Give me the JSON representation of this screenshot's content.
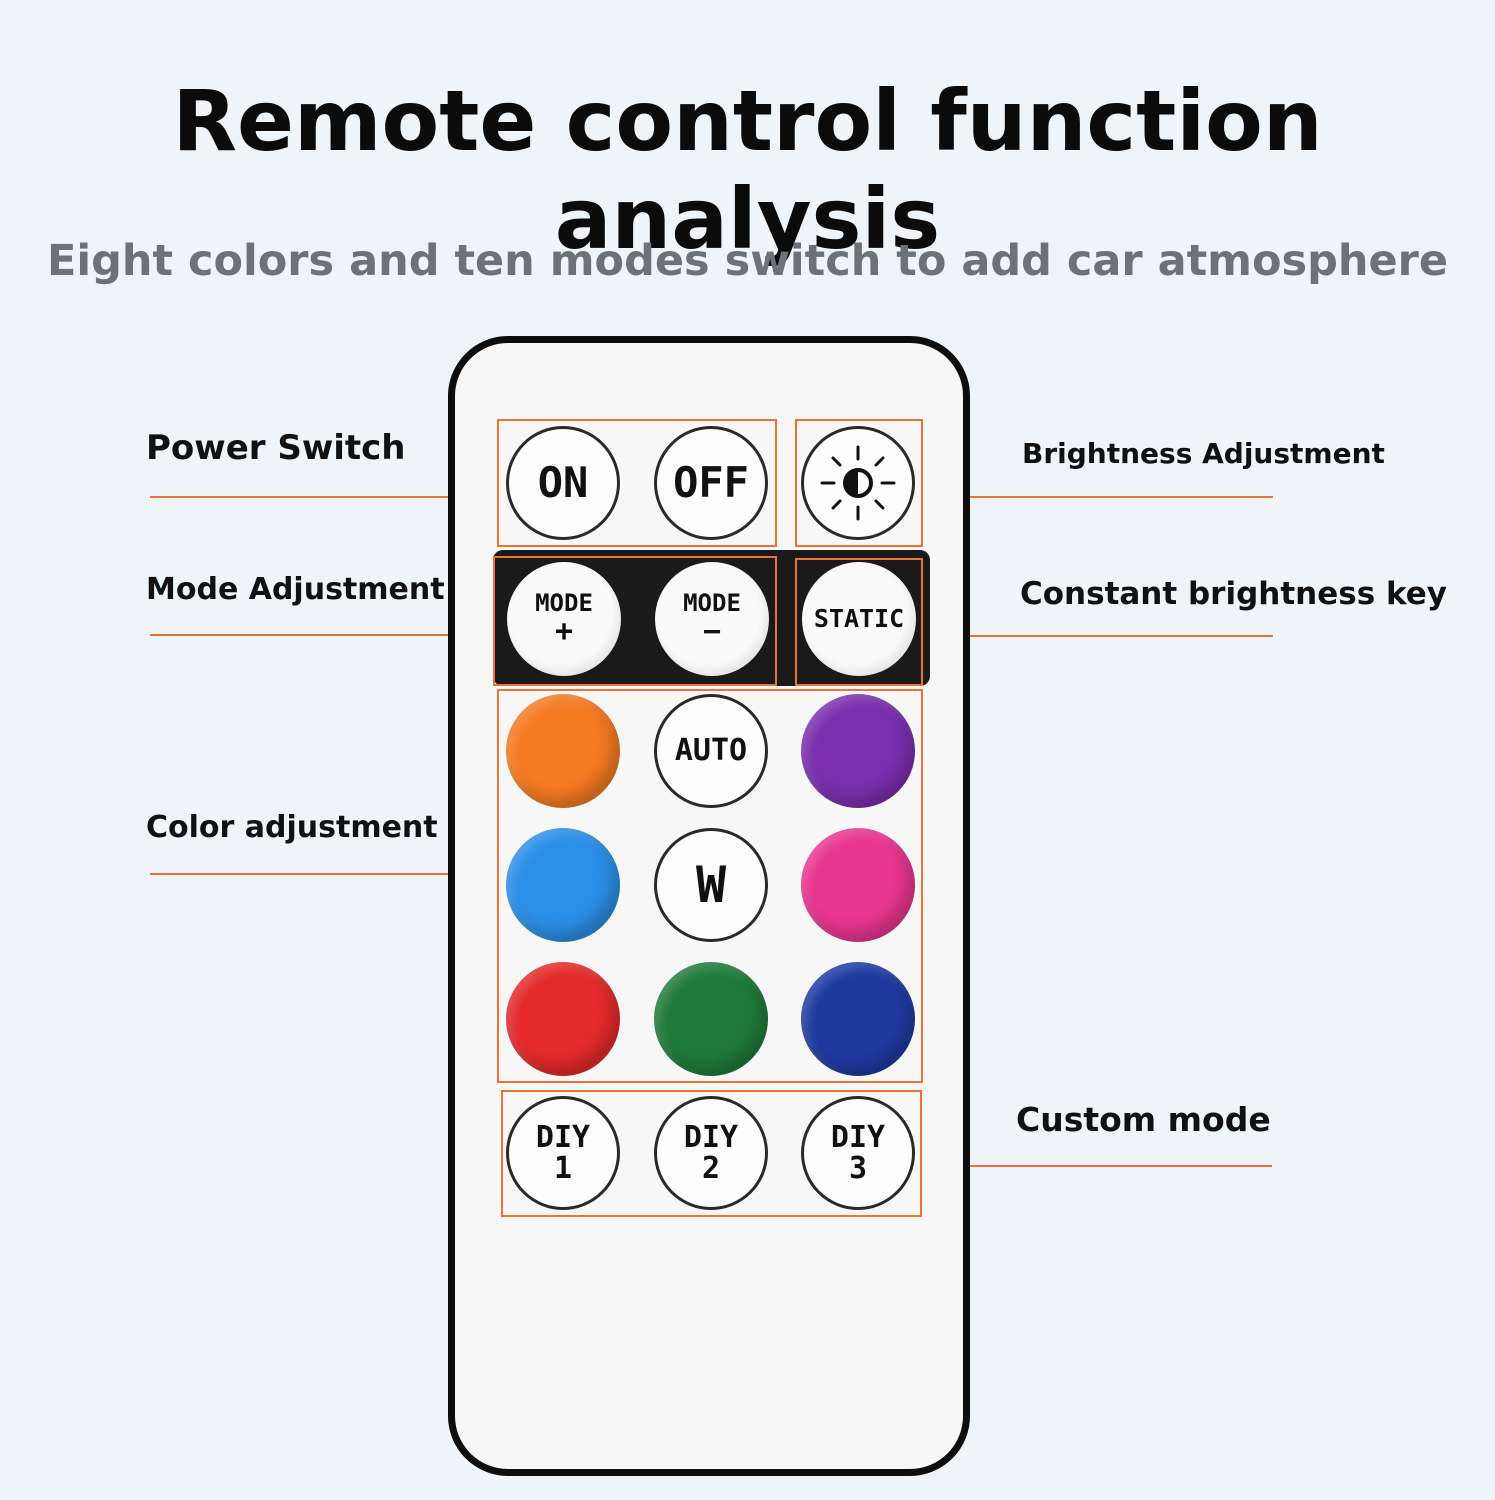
{
  "header": {
    "title": "Remote control function analysis",
    "subtitle": "Eight colors and ten modes switch to add car atmosphere"
  },
  "callouts": {
    "power_switch": "Power Switch",
    "mode_adjustment": "Mode Adjustment",
    "color_adjustment": "Color adjustment",
    "brightness_adjustment": "Brightness Adjustment",
    "constant_brightness": "Constant brightness key",
    "custom_mode": "Custom mode"
  },
  "buttons": {
    "on": "ON",
    "off": "OFF",
    "brightness_icon": "brightness-sun-icon",
    "mode_plus_top": "MODE",
    "mode_plus_bottom": "+",
    "mode_minus_top": "MODE",
    "mode_minus_bottom": "−",
    "static": "STATIC",
    "auto": "AUTO",
    "white": "W",
    "diy1_top": "DIY",
    "diy1_bottom": "1",
    "diy2_top": "DIY",
    "diy2_bottom": "2",
    "diy3_top": "DIY",
    "diy3_bottom": "3"
  },
  "colors": {
    "accent_line": "#e8743a",
    "orange": "#f57a22",
    "purple": "#7a2fae",
    "blue": "#2b8fe6",
    "pink": "#e8358f",
    "red": "#e42a2a",
    "green": "#1f7a3a",
    "navy": "#1e3aa0"
  }
}
